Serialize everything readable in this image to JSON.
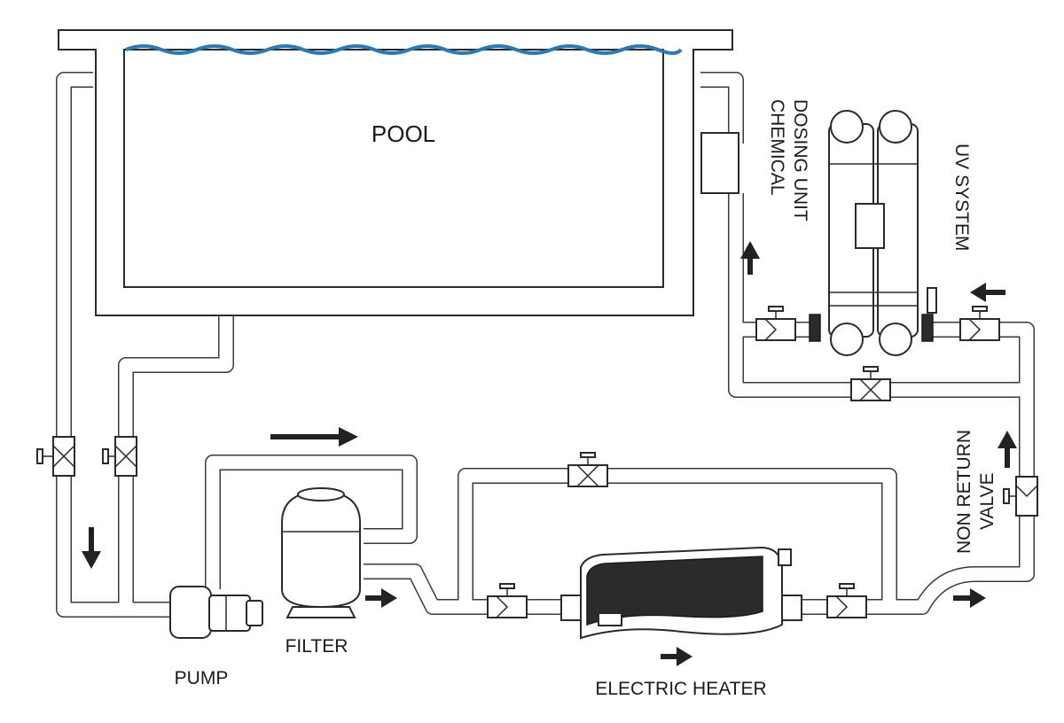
{
  "labels": {
    "pool": "POOL",
    "chemical_line1": "CHEMICAL",
    "chemical_line2": "DOSING UNIT",
    "uv": "UV SYSTEM",
    "non_return_line1": "NON RETURN",
    "non_return_line2": "VALVE",
    "filter": "FILTER",
    "pump": "PUMP",
    "heater": "ELECTRIC HEATER"
  },
  "colors": {
    "water": "#2a7ab8",
    "line": "#2a2a2a",
    "arrow": "#222222"
  },
  "icons": [
    "valve-icon",
    "flow-arrow-icon"
  ]
}
